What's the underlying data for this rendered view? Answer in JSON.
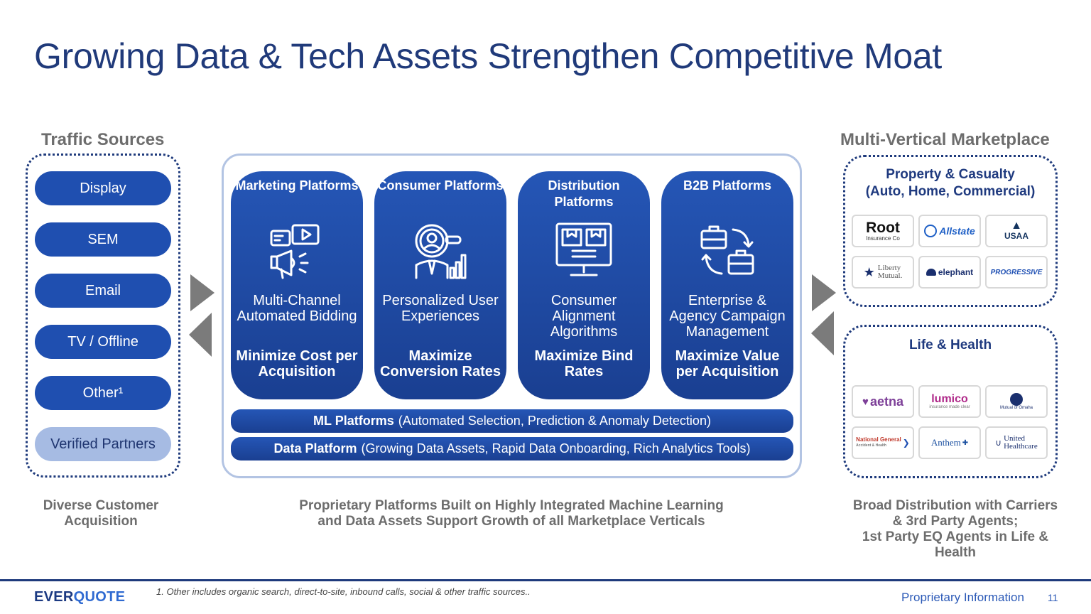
{
  "title": "Growing Data & Tech Assets Strengthen Competitive Moat",
  "traffic": {
    "heading": "Traffic Sources",
    "items": [
      "Display",
      "SEM",
      "Email",
      "TV / Offline",
      "Other¹",
      "Verified Partners"
    ]
  },
  "platforms": [
    {
      "title": "Marketing Platforms",
      "desc": "Multi-Channel Automated Bidding",
      "goal": "Minimize Cost per Acquisition",
      "icon": "megaphone-video-icon"
    },
    {
      "title": "Consumer Platforms",
      "desc": "Personalized User Experiences",
      "goal": "Maximize Conversion Rates",
      "icon": "magnify-user-chart-icon"
    },
    {
      "title": "Distribution Platforms",
      "desc": "Consumer Alignment Algorithms",
      "goal": "Maximize Bind Rates",
      "icon": "monitor-dashboard-icon"
    },
    {
      "title": "B2B Platforms",
      "desc": "Enterprise & Agency Campaign Management",
      "goal": "Maximize Value per Acquisition",
      "icon": "briefcase-exchange-icon"
    }
  ],
  "bars": {
    "ml": {
      "bold": "ML Platforms",
      "rest": "(Automated Selection, Prediction & Anomaly Detection)"
    },
    "data": {
      "bold": "Data Platform",
      "rest": "(Growing Data Assets, Rapid Data Onboarding, Rich Analytics Tools)"
    }
  },
  "marketplace": {
    "heading": "Multi-Vertical Marketplace",
    "pc_title_1": "Property & Casualty",
    "pc_title_2": "(Auto, Home, Commercial)",
    "pc_logos": [
      {
        "main": "Root",
        "sub": "Insurance Co"
      },
      {
        "main": "Allstate"
      },
      {
        "main": "USAA"
      },
      {
        "main": "Liberty",
        "sub": "Mutual."
      },
      {
        "main": "elephant"
      },
      {
        "main": "PROGRESSIVE"
      }
    ],
    "lh_title": "Life & Health",
    "lh_logos": [
      {
        "main": "aetna"
      },
      {
        "main": "lumico",
        "sub": "insurance made clear"
      },
      {
        "main": "Mutual of Omaha"
      },
      {
        "main": "National General",
        "sub": "Accident & Health"
      },
      {
        "main": "Anthem"
      },
      {
        "main": "United",
        "sub": "Healthcare"
      }
    ]
  },
  "captions": {
    "left_1": "Diverse Customer",
    "left_2": "Acquisition",
    "center_1": "Proprietary Platforms Built on Highly Integrated Machine Learning",
    "center_2": "and Data Assets Support Growth of all Marketplace Verticals",
    "right_1": "Broad Distribution with Carriers",
    "right_2": "& 3rd Party Agents;",
    "right_3": "1st Party EQ Agents in Life &",
    "right_4": "Health"
  },
  "footer": {
    "brand_a": "EVER",
    "brand_b": "QUOTE",
    "footnote": "1.  Other includes organic search, direct-to-site, inbound calls, social  & other traffic sources..",
    "info": "Proprietary Information",
    "page": "11"
  },
  "colors": {
    "navy": "#1e3a7c",
    "blue": "#1f4fb0",
    "light_blue": "#a6bbe3",
    "gray": "#6d6d6d"
  }
}
